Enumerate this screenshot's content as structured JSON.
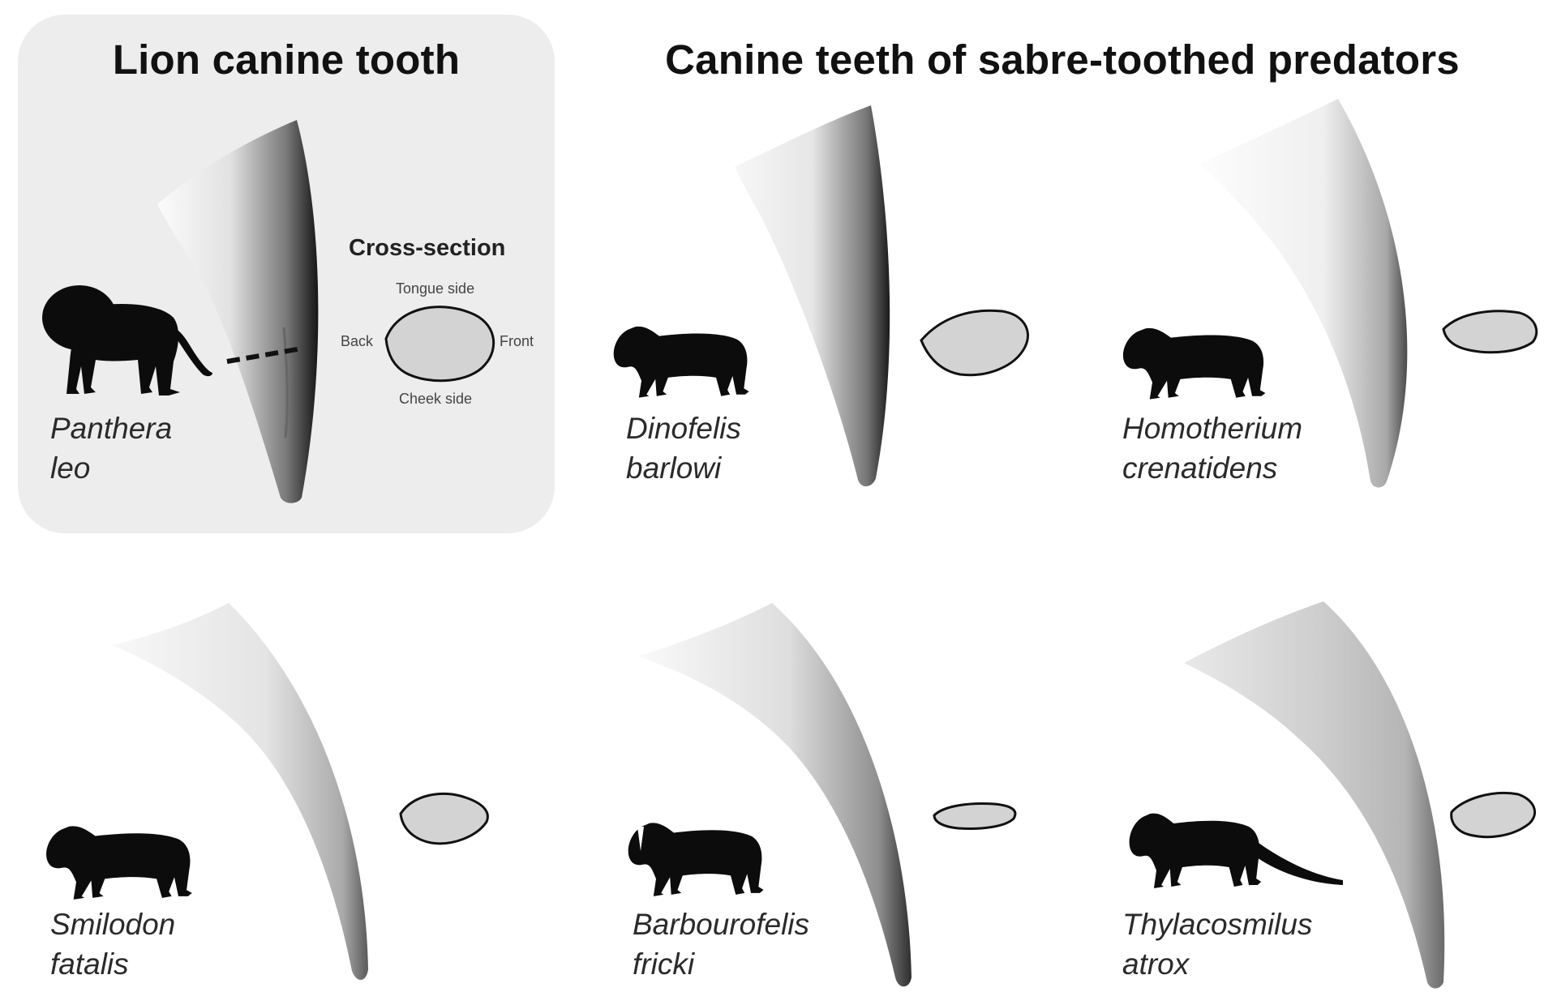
{
  "left_title": "Lion canine tooth",
  "right_title": "Canine teeth of sabre-toothed predators",
  "cross_section": {
    "title": "Cross-section",
    "tongue_side": "Tongue side",
    "back": "Back",
    "front": "Front",
    "cheek_side": "Cheek side"
  },
  "species": [
    {
      "genus": "Panthera",
      "epithet": "leo"
    },
    {
      "genus": "Dinofelis",
      "epithet": "barlowi"
    },
    {
      "genus": "Homotherium",
      "epithet": "crenatidens"
    },
    {
      "genus": "Smilodon",
      "epithet": "fatalis"
    },
    {
      "genus": "Barbourofelis",
      "epithet": "fricki"
    },
    {
      "genus": "Thylacosmilus",
      "epithet": "atrox"
    }
  ],
  "colors": {
    "panel_background": "#ededed",
    "cross_section_fill": "#d3d3d3",
    "silhouette": "#0c0c0c"
  }
}
